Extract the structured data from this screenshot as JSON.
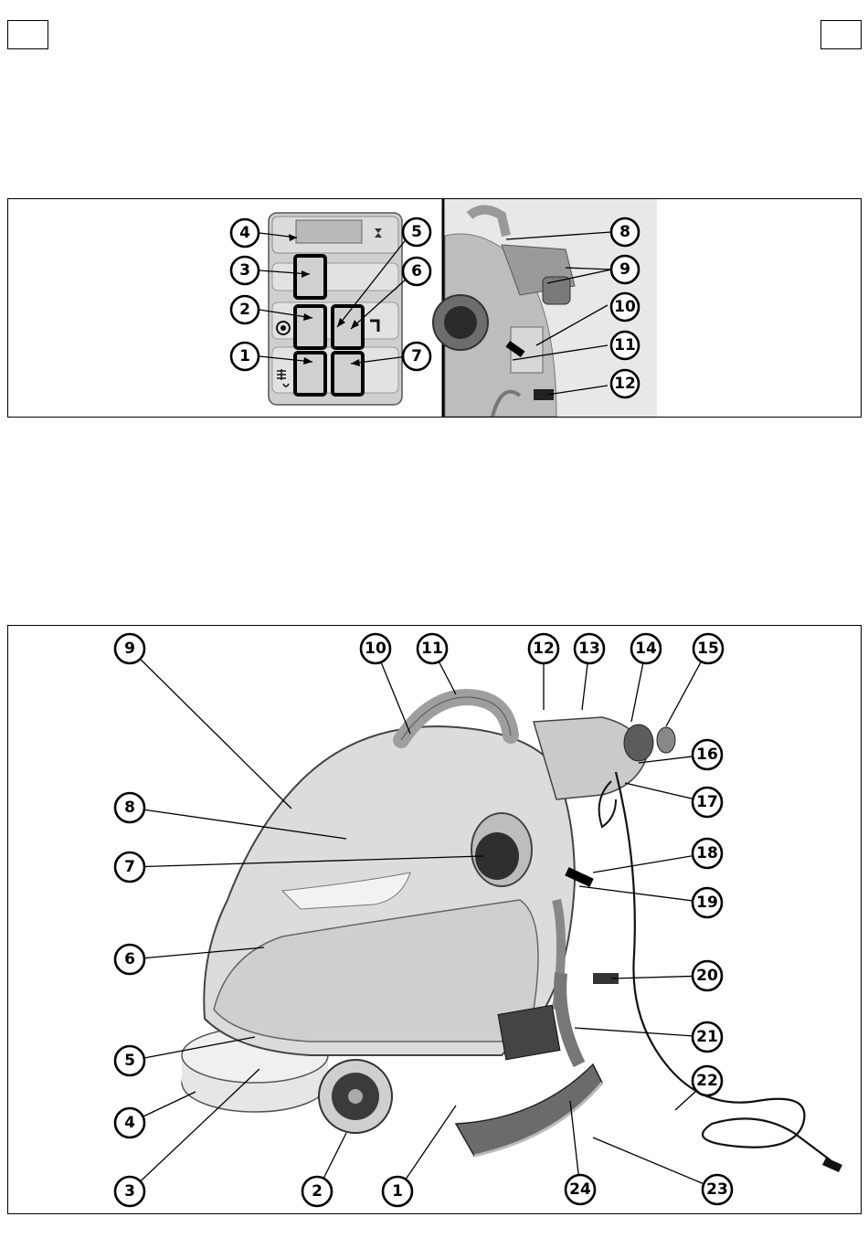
{
  "top_figure": {
    "control_panel_callouts": [
      {
        "label": "1"
      },
      {
        "label": "2"
      },
      {
        "label": "3"
      },
      {
        "label": "4"
      },
      {
        "label": "5"
      },
      {
        "label": "6"
      },
      {
        "label": "7"
      }
    ],
    "machine_detail_callouts": [
      {
        "label": "8"
      },
      {
        "label": "9"
      },
      {
        "label": "10"
      },
      {
        "label": "11"
      },
      {
        "label": "12"
      }
    ]
  },
  "bottom_figure": {
    "callouts": [
      {
        "label": "1"
      },
      {
        "label": "2"
      },
      {
        "label": "3"
      },
      {
        "label": "4"
      },
      {
        "label": "5"
      },
      {
        "label": "6"
      },
      {
        "label": "7"
      },
      {
        "label": "8"
      },
      {
        "label": "9"
      },
      {
        "label": "10"
      },
      {
        "label": "11"
      },
      {
        "label": "12"
      },
      {
        "label": "13"
      },
      {
        "label": "14"
      },
      {
        "label": "15"
      },
      {
        "label": "16"
      },
      {
        "label": "17"
      },
      {
        "label": "18"
      },
      {
        "label": "19"
      },
      {
        "label": "20"
      },
      {
        "label": "21"
      },
      {
        "label": "22"
      },
      {
        "label": "23"
      },
      {
        "label": "24"
      }
    ]
  }
}
